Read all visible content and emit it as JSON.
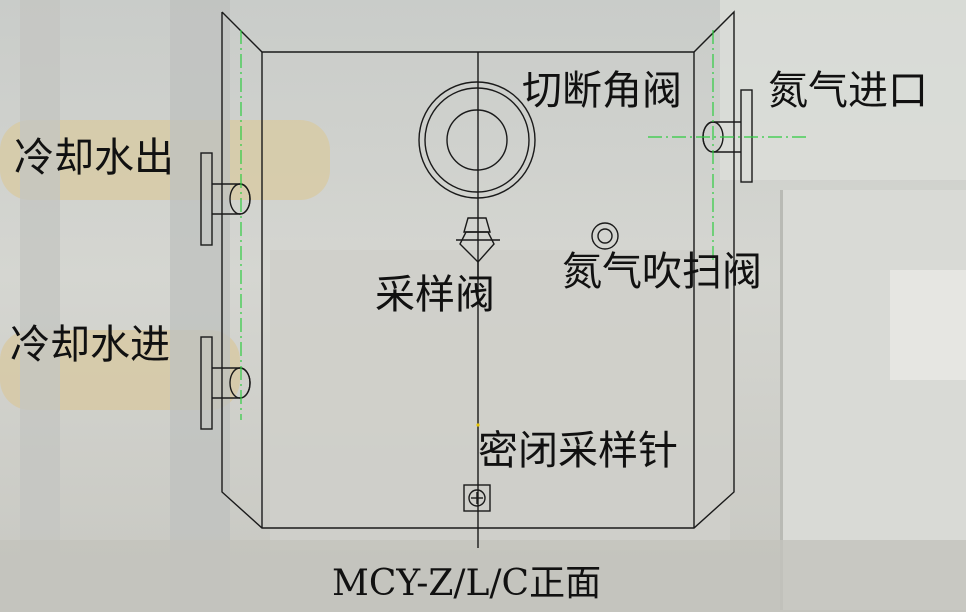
{
  "labels": {
    "cutoff_valve": "切断角阀",
    "nitrogen_inlet": "氮气进口",
    "cooling_water_out": "冷却水出",
    "cooling_water_in": "冷却水进",
    "sampling_valve": "采样阀",
    "nitrogen_purge_valve": "氮气吹扫阀",
    "sealed_sampling_needle": "密闭采样针"
  },
  "caption": "MCY-Z/L/C正面",
  "colors": {
    "outline": "#1a1a1a",
    "centerline": "#2ecc40",
    "text": "#111111"
  }
}
